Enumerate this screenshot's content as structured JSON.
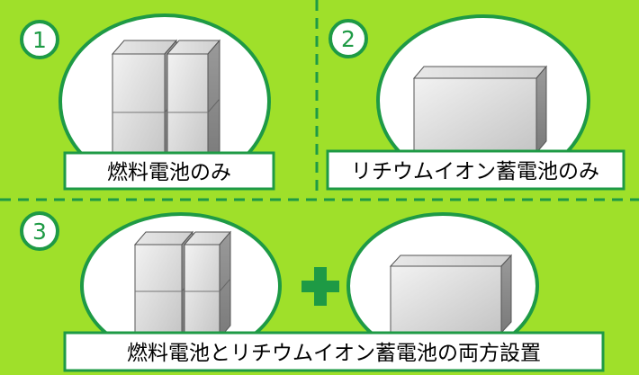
{
  "panels": {
    "p1": {
      "number": "1",
      "label": "燃料電池のみ"
    },
    "p2": {
      "number": "2",
      "label": "リチウムイオン蓄電池のみ"
    },
    "p3": {
      "number": "3",
      "label": "燃料電池とリチウムイオン蓄電池の両方設置"
    }
  },
  "icons": {
    "fuel_cell": "fuel-cell-unit-icon",
    "battery": "lithium-battery-unit-icon",
    "plus": "plus-icon"
  },
  "colors": {
    "background": "#9fe02a",
    "accent_green": "#1e9a45",
    "ellipse_fill": "#ffffff",
    "divider": "#1e9a45"
  }
}
